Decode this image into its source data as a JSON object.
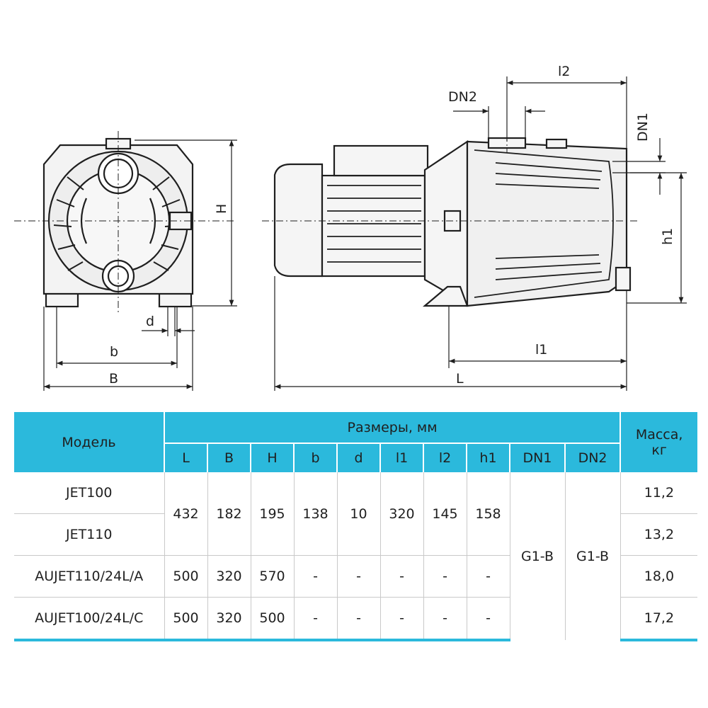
{
  "drawing": {
    "labels": {
      "H": "H",
      "d": "d",
      "b": "b",
      "B": "B",
      "DN2": "DN2",
      "l2": "l2",
      "DN1": "DN1",
      "h1": "h1",
      "l1": "l1",
      "L": "L"
    }
  },
  "table": {
    "model_header": "Модель",
    "dims_header": "Размеры, мм",
    "mass_header_line1": "Масса,",
    "mass_header_line2": "кг",
    "columns": [
      "L",
      "B",
      "H",
      "b",
      "d",
      "l1",
      "l2",
      "h1",
      "DN1",
      "DN2"
    ],
    "rows": [
      {
        "model": "JET100",
        "mass": "11,2"
      },
      {
        "model": "JET110",
        "mass": "13,2"
      },
      {
        "model": "AUJET110/24L/A",
        "mass": "18,0"
      },
      {
        "model": "AUJET100/24L/C",
        "mass": "17,2"
      }
    ],
    "shared_jet": [
      "432",
      "182",
      "195",
      "138",
      "10",
      "320",
      "145",
      "158"
    ],
    "dn1": "G1-B",
    "dn2": "G1-B",
    "row3_values": [
      "500",
      "320",
      "570",
      "-",
      "-",
      "-",
      "-",
      "-"
    ],
    "row4_values": [
      "500",
      "320",
      "500",
      "-",
      "-",
      "-",
      "-",
      "-"
    ]
  }
}
